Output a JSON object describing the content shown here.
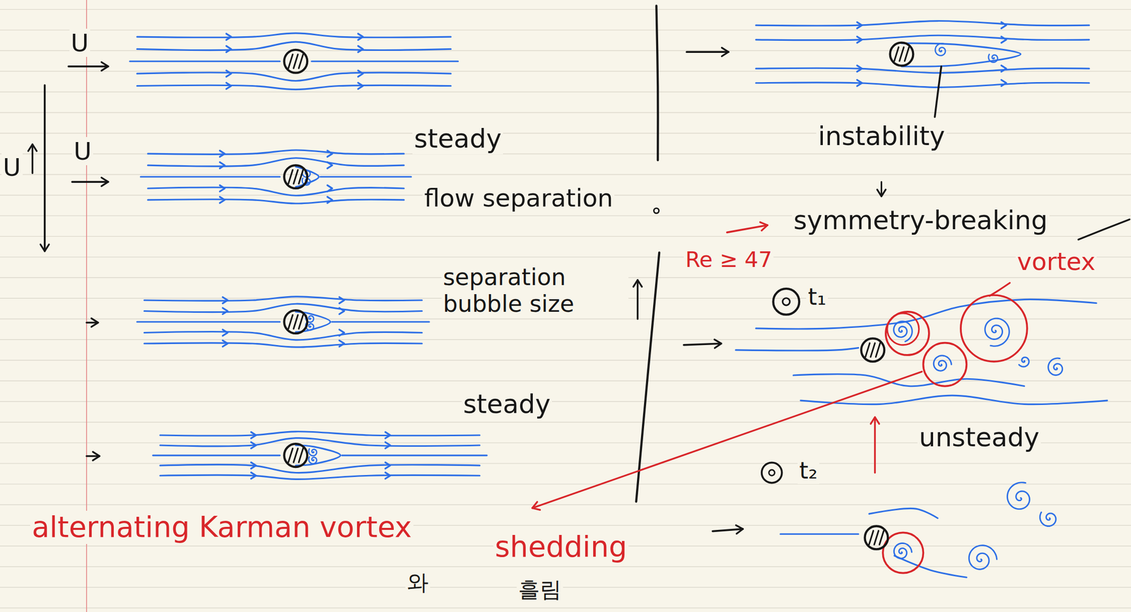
{
  "diagram": {
    "labels": [
      "U",
      "U",
      "U",
      "steady",
      "flow separation",
      "separation bubble size",
      "steady",
      "instability",
      "symmetry-breaking",
      "Re ≥ 47",
      "vortex",
      "t₁",
      "unsteady",
      "t₂",
      "alternating Karman vortex",
      "shedding",
      "와",
      "흘림"
    ]
  }
}
